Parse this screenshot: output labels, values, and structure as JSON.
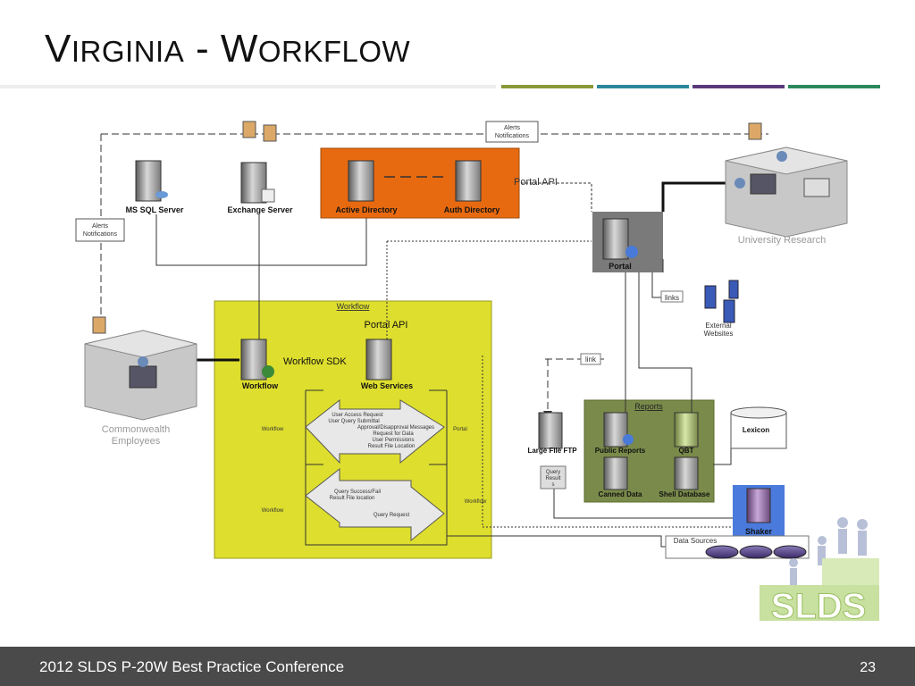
{
  "slide": {
    "title_prefix_initial": "V",
    "title_prefix_rest": "IRGINIA",
    "title_sep": " - ",
    "title_suffix_initial": "W",
    "title_suffix_rest": "ORKFLOW",
    "footer_text": "2012 SLDS P-20W Best Practice Conference",
    "page_number": "23",
    "rule_colors": [
      "#eeeeee",
      "#8a9a3a",
      "#2a8a9a",
      "#5a3a7a",
      "#2a8a5a"
    ]
  },
  "diagram": {
    "alerts_top_line1": "Alerts",
    "alerts_top_line2": "Notifications",
    "alerts_left_line1": "Alerts",
    "alerts_left_line2": "Notifications",
    "ms_sql_server": "MS SQL Server",
    "exchange_server": "Exchange Server",
    "active_directory": "Active Directory",
    "auth_directory": "Auth Directory",
    "portal_api_top": "Portal API",
    "university_research": "University Research",
    "portal": "Portal",
    "links": "links",
    "external_line1": "External",
    "external_line2": "Websites",
    "link": "link",
    "workflow_region": "Workflow",
    "portal_api_inner": "Portal API",
    "workflow_sdk": "Workflow SDK",
    "workflow_server": "Workflow",
    "web_services": "Web Services",
    "commonwealth_line1": "Commonwealth",
    "commonwealth_line2": "Employees",
    "flow_top_line1": "User Access Request",
    "flow_top_line2": "User Query Submittal",
    "flow_top_line3": "Approval/Disapproval Messages",
    "flow_top_line4": "Request for Data",
    "flow_top_line5": "User Permissions",
    "flow_top_line6": "Result File Location",
    "flow_label_wf1": "Workflow",
    "flow_label_portal": "Portal",
    "flow_bot_line1": "Query Success/Fail",
    "flow_bot_line2": "Result File location",
    "flow_bot_line3": "Query Request",
    "flow_label_wf2": "Workflow",
    "flow_label_wf3": "Workflow",
    "large_file_ftp": "Large File FTP",
    "query_line1": "Query",
    "query_line2": "Result",
    "query_line3": "s",
    "reports": "Reports",
    "public_reports": "Public Reports",
    "qbt": "QBT",
    "canned_data": "Canned Data",
    "shell_database": "Shell Database",
    "lexicon": "Lexicon",
    "shaker": "Shaker",
    "data_sources": "Data Sources",
    "slds_logo": "SLDS"
  }
}
